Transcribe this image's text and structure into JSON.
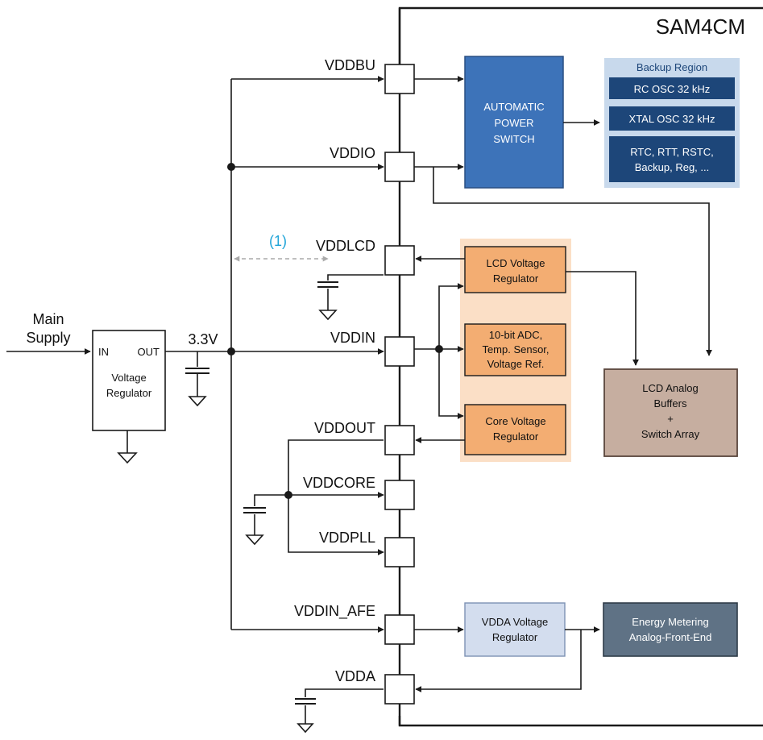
{
  "chip_name": "SAM4CM",
  "main_supply": [
    "Main",
    "Supply"
  ],
  "regulator": {
    "in": "IN",
    "out": "OUT",
    "name": [
      "Voltage",
      "Regulator"
    ]
  },
  "supply_voltage": "3.3V",
  "note_marker": "(1)",
  "pins": {
    "vddbu": "VDDBU",
    "vddio": "VDDIO",
    "vddlcd": "VDDLCD",
    "vddin": "VDDIN",
    "vddout": "VDDOUT",
    "vddcore": "VDDCORE",
    "vddpll": "VDDPLL",
    "vddin_afe": "VDDIN_AFE",
    "vdda": "VDDA"
  },
  "blocks": {
    "aps": [
      "AUTOMATIC",
      "POWER",
      "SWITCH"
    ],
    "backup_title": "Backup Region",
    "backup_items": {
      "rc": [
        "RC OSC 32 kHz"
      ],
      "xtal": [
        "XTAL OSC 32 kHz"
      ],
      "rtc": [
        "RTC, RTT, RSTC,",
        "Backup, Reg, ..."
      ]
    },
    "lcd_reg": [
      "LCD Voltage",
      "Regulator"
    ],
    "adc": [
      "10-bit ADC,",
      "Temp. Sensor,",
      "Voltage Ref."
    ],
    "core_reg": [
      "Core Voltage",
      "Regulator"
    ],
    "lcd_buffers": [
      "LCD Analog",
      "Buffers",
      "+",
      "Switch Array"
    ],
    "vdda_reg": [
      "VDDA Voltage",
      "Regulator"
    ],
    "afe": [
      "Energy Metering",
      "Analog-Front-End"
    ]
  },
  "colors": {
    "note": "#1fa4d8",
    "aps_fill": "#3d73b9",
    "backup_panel": "#c8d9ec",
    "backup_item": "#1d4679",
    "orange_panel": "#fbdfc6",
    "orange_block": "#f3ad72",
    "brown_block": "#c6aea0",
    "light_blue_block": "#d3ddee",
    "afe_block": "#5f7285",
    "dashed": "#aaaaaa"
  }
}
